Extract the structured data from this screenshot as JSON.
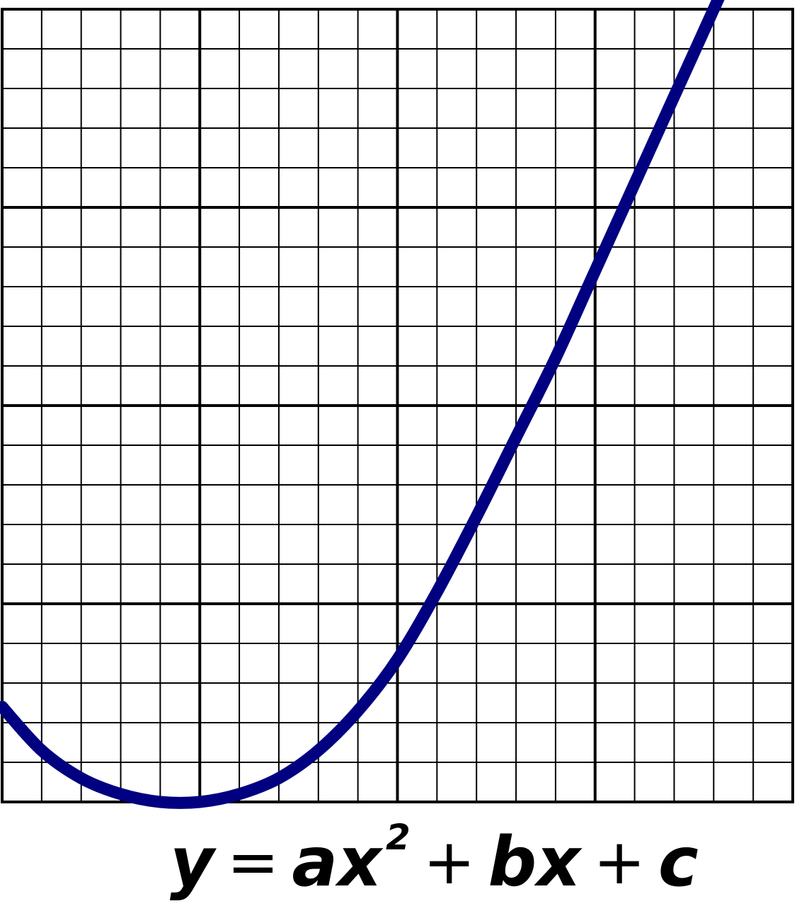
{
  "formula": {
    "y": "y",
    "equals": "=",
    "ax": "ax",
    "exponent": "2",
    "plus_1": "+",
    "bx": "bx",
    "plus_2": "+",
    "c": "c"
  },
  "colors": {
    "curve": "#000080",
    "grid": "#000000",
    "background": "#ffffff"
  },
  "chart_data": {
    "type": "line",
    "grid": "on",
    "major_divisions": 4,
    "minor_per_major": 5,
    "xlim": [
      0,
      20
    ],
    "ylim": [
      0,
      20
    ],
    "x": [
      0,
      1,
      2,
      3,
      4,
      5,
      6,
      7,
      8,
      9,
      10,
      11,
      12,
      13,
      14,
      15,
      16,
      17,
      18,
      19,
      20
    ],
    "y": [
      2.4,
      1.3,
      0.6,
      0.2,
      0.0,
      0.0,
      0.2,
      0.6,
      1.3,
      2.3,
      3.6,
      5.3,
      7.2,
      9.2,
      11.2,
      13.4,
      15.6,
      17.8,
      20.0,
      22.2,
      24.4
    ]
  }
}
